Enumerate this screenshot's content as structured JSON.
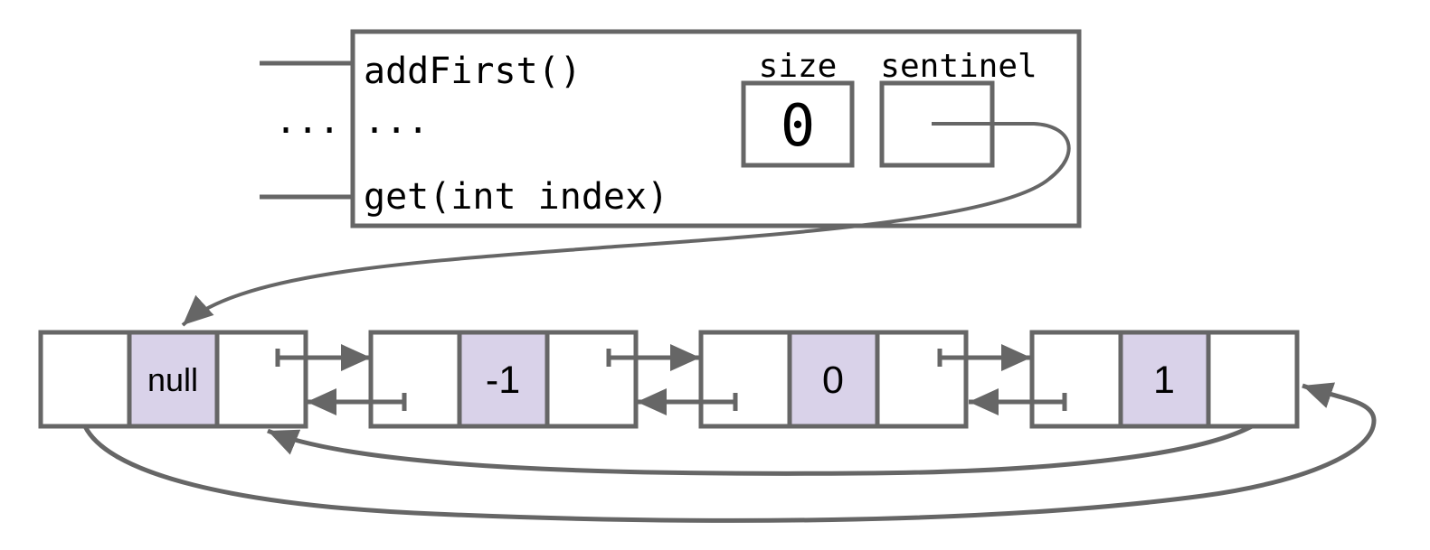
{
  "colors": {
    "line": "#666666",
    "item_fill": "#d9d2e9",
    "text": "#000000",
    "background": "#ffffff"
  },
  "class_box": {
    "methods": [
      "addFirst()",
      "...",
      "get(int index)"
    ],
    "ellipsis_outer": "...",
    "size": {
      "label": "size",
      "value": "0"
    },
    "sentinel": {
      "label": "sentinel"
    }
  },
  "list": {
    "nodes": [
      {
        "item": "null"
      },
      {
        "item": "-1"
      },
      {
        "item": "0"
      },
      {
        "item": "1"
      }
    ]
  }
}
